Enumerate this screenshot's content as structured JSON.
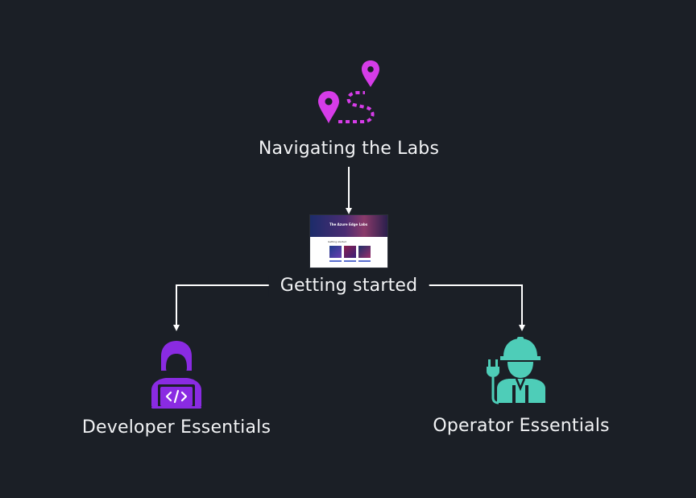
{
  "nodes": {
    "navigating": {
      "label": "Navigating the Labs",
      "icon": "map-route-pins-icon",
      "color": "#d63ce8"
    },
    "getting_started": {
      "label": "Getting started",
      "icon": "website-screenshot-thumbnail",
      "thumbnail": {
        "hero_text": "The Azure Edge Labs",
        "sub_text": "Getting started"
      }
    },
    "developer": {
      "label": "Developer Essentials",
      "icon": "developer-laptop-icon",
      "color": "#8a2be2"
    },
    "operator": {
      "label": "Operator Essentials",
      "icon": "engineer-hardhat-plug-icon",
      "color": "#4ecdb8"
    }
  },
  "edges": [
    {
      "from": "navigating",
      "to": "getting_started"
    },
    {
      "from": "getting_started",
      "to": "developer"
    },
    {
      "from": "getting_started",
      "to": "operator"
    }
  ],
  "colors": {
    "background": "#1b1f26",
    "text": "#f2f3f5",
    "connector": "#ffffff"
  }
}
